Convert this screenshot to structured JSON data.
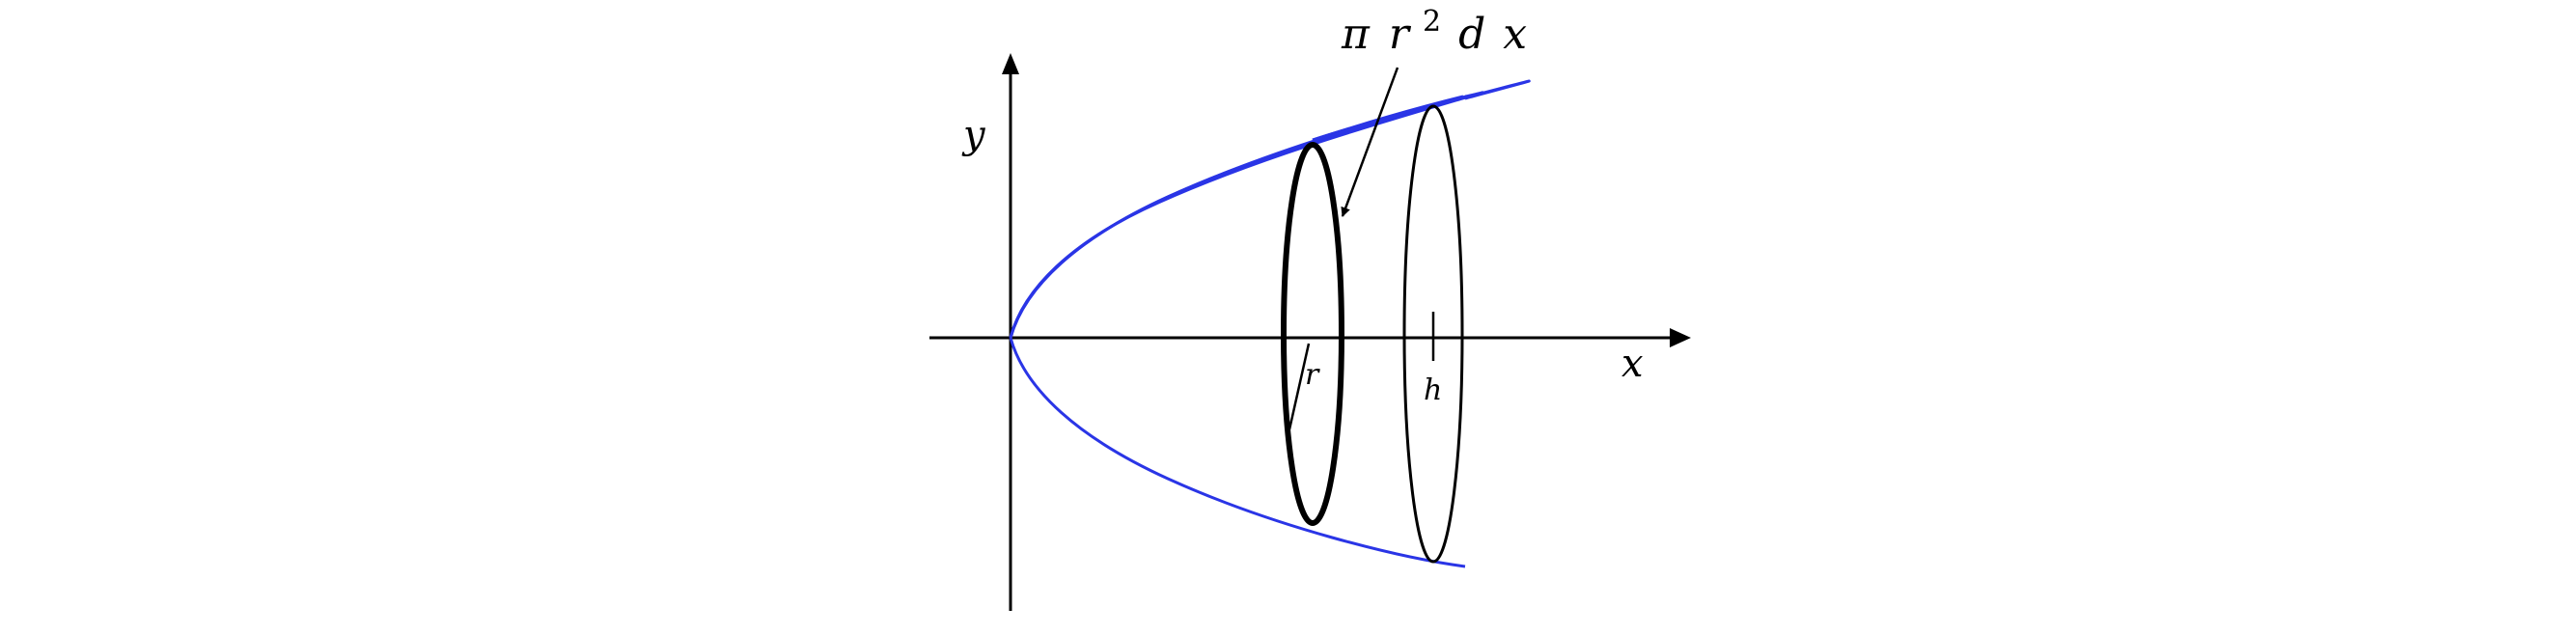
{
  "labels": {
    "y_axis": "y",
    "x_axis": "x",
    "radius": "r",
    "height": "h",
    "volume_pi": "π",
    "volume_r": "r",
    "volume_exp": "2",
    "volume_d": "d",
    "volume_x": "x"
  },
  "colors": {
    "axes": "#000000",
    "parabola": "#2a35e6",
    "disk": "#000000"
  }
}
